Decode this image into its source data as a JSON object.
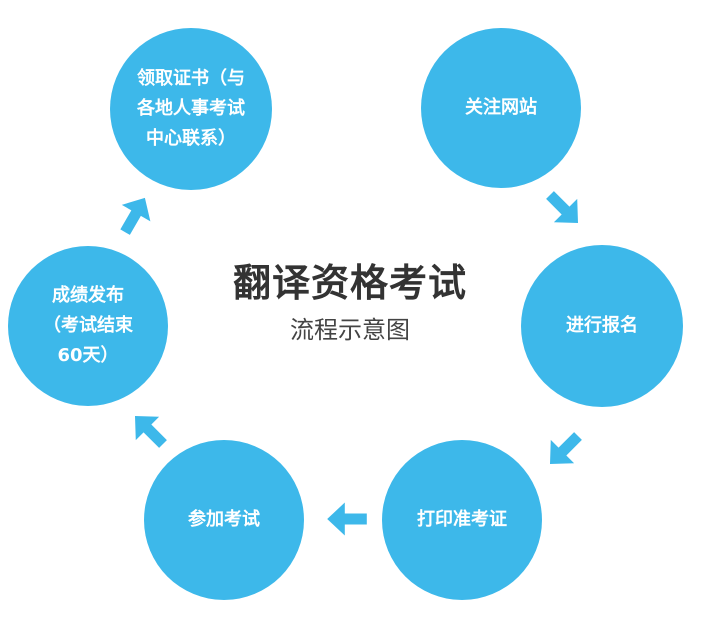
{
  "diagram": {
    "title": "翻译资格考试",
    "subtitle": "流程示意图",
    "accent_color": "#3db8ea",
    "steps": [
      {
        "id": "follow",
        "lines": [
          "关注网站"
        ]
      },
      {
        "id": "register",
        "lines": [
          "进行报名"
        ]
      },
      {
        "id": "print-admission",
        "lines": [
          "打印准考证"
        ]
      },
      {
        "id": "take-exam",
        "lines": [
          "参加考试"
        ]
      },
      {
        "id": "results",
        "lines": [
          "成绩发布",
          "（考试结束",
          "60天）"
        ]
      },
      {
        "id": "certificate",
        "lines": [
          "领取证书（与",
          "各地人事考试",
          "中心联系）"
        ]
      }
    ],
    "arrows": [
      {
        "from": "follow",
        "to": "register",
        "icon": "arrow-down-right-icon"
      },
      {
        "from": "register",
        "to": "print-admission",
        "icon": "arrow-down-left-icon"
      },
      {
        "from": "print-admission",
        "to": "take-exam",
        "icon": "arrow-left-icon"
      },
      {
        "from": "take-exam",
        "to": "results",
        "icon": "arrow-up-left-icon"
      },
      {
        "from": "results",
        "to": "certificate",
        "icon": "arrow-up-right-icon"
      }
    ]
  }
}
